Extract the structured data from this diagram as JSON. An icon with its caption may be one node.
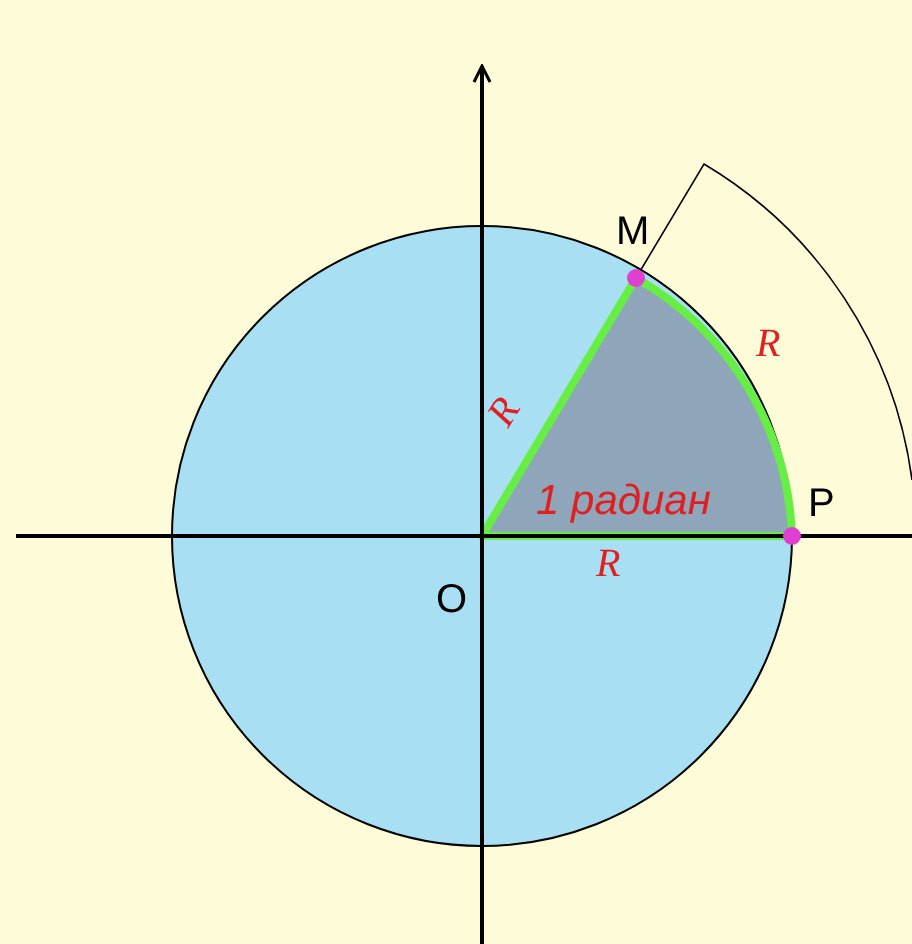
{
  "diagram": {
    "labels": [
      "M",
      "R",
      "R",
      "1 радиан",
      "P",
      "O",
      "R"
    ]
  }
}
